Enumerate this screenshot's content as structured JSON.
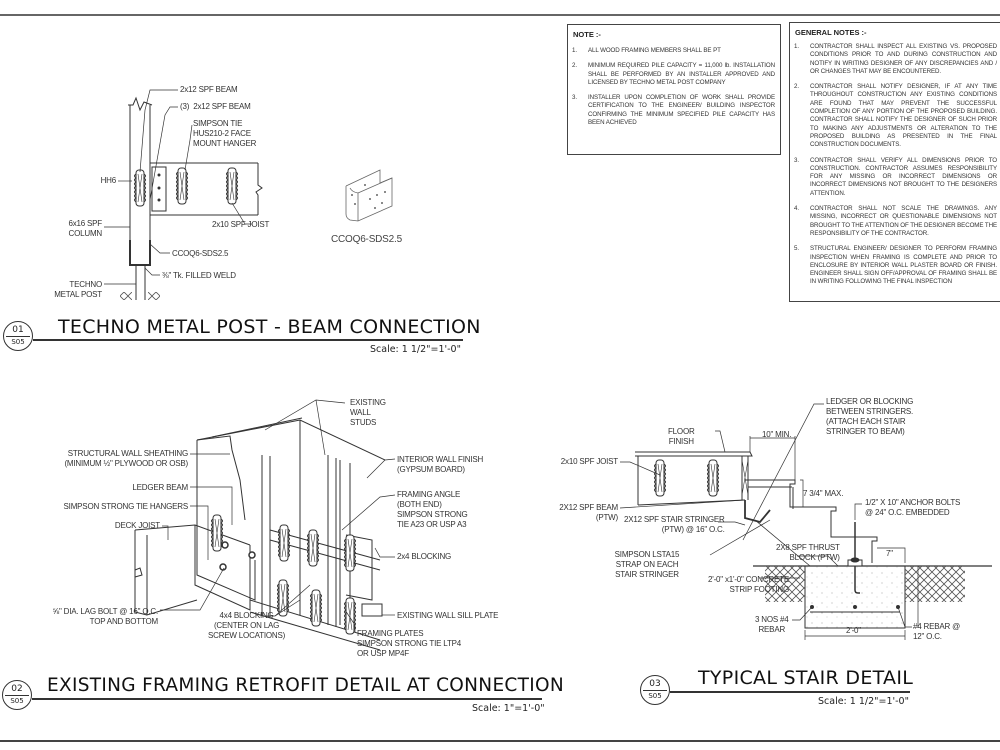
{
  "sheet": {
    "note_box": {
      "heading": "NOTE :-",
      "items": [
        {
          "num": "1.",
          "text": "ALL WOOD FRAMING MEMBERS SHALL BE PT"
        },
        {
          "num": "2.",
          "text": "MINIMUM REQUIRED PILE CAPACITY = 11,000 lb. INSTALLATION SHALL BE PERFORMED BY AN INSTALLER APPROVED AND LICENSED BY TECHNO METAL POST COMPANY"
        },
        {
          "num": "3.",
          "text": "INSTALLER UPON COMPLETION OF WORK SHALL PROVIDE CERTIFICATION TO THE ENGINEER/ BUILDING INSPECTOR CONFIRMING THE MINIMUM SPECIFIED PILE CAPACITY HAS BEEN ACHIEVED"
        }
      ]
    },
    "general_notes": {
      "heading": "GENERAL NOTES :-",
      "items": [
        {
          "num": "1.",
          "text": "CONTRACTOR SHALL INSPECT ALL EXISTING VS. PROPOSED CONDITIONS PRIOR TO AND DURING CONSTRUCTION AND NOTIFY IN WRITING DESIGNER OF ANY DISCREPANCIES AND / OR CHANGES THAT MAY BE ENCOUNTERED."
        },
        {
          "num": "2.",
          "text": "CONTRACTOR SHALL NOTIFY DESIGNER, IF AT ANY TIME THROUGHOUT CONSTRUCTION ANY EXISTING CONDITIONS ARE FOUND THAT MAY PREVENT THE SUCCESSFUL COMPLETION OF ANY PORTION OF THE PROPOSED BUILDING. CONTRACTOR SHALL NOTIFY THE DESIGNER OF SUCH PRIOR TO MAKING ANY ADJUSTMENTS OR ALTERATION TO THE PROPOSED BUILDING AS PRESENTED IN THE FINAL CONSTRUCTION DOCUMENTS."
        },
        {
          "num": "3.",
          "text": "CONTRACTOR SHALL VERIFY ALL DIMENSIONS PRIOR TO CONSTRUCTION. CONTRACTOR ASSUMES RESPONSIBILITY FOR ANY MISSING OR INCORRECT DIMENSIONS OR INCORRECT DIMENSIONS NOT BROUGHT TO THE DESIGNERS ATTENTION."
        },
        {
          "num": "4.",
          "text": "CONTRACTOR SHALL NOT SCALE THE DRAWINGS. ANY MISSING, INCORRECT OR QUESTIONABLE DIMENSIONS NOT BROUGHT TO THE ATTENTION OF THE DESIGNER BECOME THE RESPONSIBILITY OF THE CONTRACTOR."
        },
        {
          "num": "5.",
          "text": "STRUCTURAL ENGINEER/ DESIGNER TO PERFORM FRAMING INSPECTION WHEN FRAMING IS COMPLETE AND PRIOR TO ENCLOSURE BY INTERIOR WALL PLASTER BOARD OR FINISH. ENGINEER SHALL SIGN OFF/APPROVAL OF FRAMING SHALL BE IN WRITING FOLLOWING THE FINAL INSPECTION"
        }
      ]
    },
    "details": [
      {
        "number": "01",
        "sheet": "S05",
        "title": "TECHNO METAL POST - BEAM CONNECTION",
        "scale": "Scale: 1 1/2\"=1'-0\"",
        "labels": {
          "beam": "2x12 SPF BEAM",
          "beam3": "(3)  2x12 SPF BEAM",
          "hanger": "SIMPSON TIE\nHUS210-2 FACE\nMOUNT HANGER",
          "hh6": "HH6",
          "joist": "2x10 SPF JOIST",
          "column": "6x16 SPF\nCOLUMN",
          "ccoq": "CCOQ6-SDS2.5",
          "weld": "⅜\" Tk. FILLED WELD",
          "post": "TECHNO\nMETAL POST",
          "part_caption": "CCOQ6-SDS2.5"
        }
      },
      {
        "number": "02",
        "sheet": "S05",
        "title": "EXISTING FRAMING RETROFIT DETAIL AT CONNECTION",
        "scale": "Scale: 1\"=1'-0\"",
        "labels": {
          "studs": "EXISTING\nWALL\nSTUDS",
          "sheathing": "STRUCTURAL WALL SHEATHING\n(MINIMUM ½\" PLYWOOD OR OSB)",
          "ledger": "LEDGER BEAM",
          "hangers": "SIMPSON STRONG TIE HANGERS",
          "deck_joist": "DECK JOIST",
          "lag_bolt": "⅝\" DIA. LAG BOLT @ 16\" O.C.\nTOP AND BOTTOM",
          "blocking4x4": "4x4 BLOCKING\n(CENTER ON LAG\nSCREW LOCATIONS)",
          "interior_finish": "INTERIOR WALL FINISH\n(GYPSUM BOARD)",
          "framing_angle": "FRAMING ANGLE\n(BOTH END)\nSIMPSON STRONG\nTIE A23 OR USP A3",
          "blocking2x4": "2x4 BLOCKING",
          "sill_plate": "EXISTING WALL SILL PLATE",
          "framing_plates": "FRAMING PLATES\nSIMPSON STRONG TIE LTP4\nOR USP MP4F"
        }
      },
      {
        "number": "03",
        "sheet": "S05",
        "title": "TYPICAL STAIR DETAIL",
        "scale": "Scale: 1 1/2\"=1'-0\"",
        "labels": {
          "floor_finish": "FLOOR\nFINISH",
          "ledger": "LEDGER OR BLOCKING\nBETWEEN STRINGERS.\n(ATTACH EACH STAIR\nSTRINGER TO BEAM)",
          "tread_min": "10\" MIN.",
          "riser_max": "7 3/4\" MAX.",
          "joist": "2x10 SPF JOIST",
          "beam": "2X12 SPF BEAM\n(PTW)",
          "stringer": "2X12 SPF STAIR STRINGER\n(PTW) @ 16\" O.C.",
          "anchor": "1/2\" X 10\" ANCHOR BOLTS\n@ 24\" O.C. EMBEDDED",
          "thrust": "2X8 SPF THRUST\nBLOCK (PTW)",
          "strap": "SIMPSON LSTA15\nSTRAP ON EACH\nSTAIR STRINGER",
          "footing": "2'-0\" x1'-0\" CONCRETE\nSTRIP FOOTING",
          "dim7": "7\"",
          "rebar3": "3 NOS #4\nREBAR",
          "width": "2'-0\"",
          "rebar12": "#4 REBAR @\n12\" O.C."
        }
      }
    ]
  }
}
